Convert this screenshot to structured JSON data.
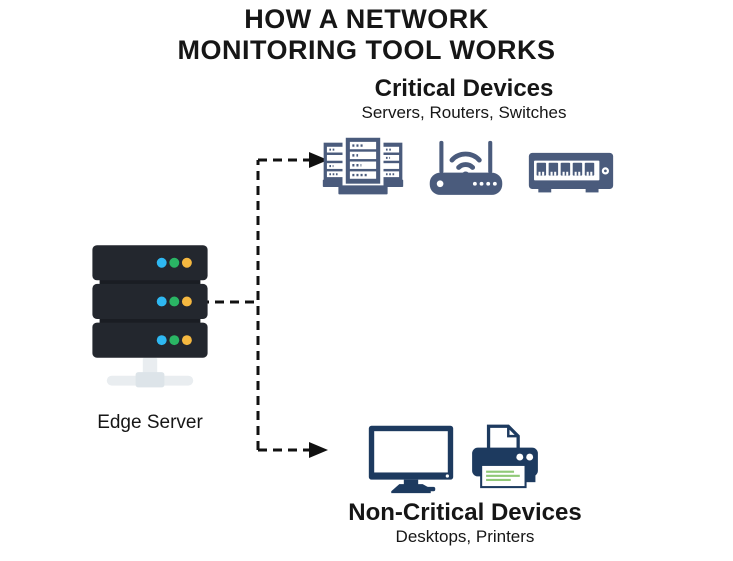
{
  "title": {
    "line1": "HOW A NETWORK",
    "line2": "MONITORING TOOL WORKS"
  },
  "critical": {
    "heading": "Critical Devices",
    "subheading": "Servers, Routers, Switches",
    "icons": [
      "server-rack-icon",
      "wireless-router-icon",
      "network-switch-icon"
    ]
  },
  "noncritical": {
    "heading": "Non-Critical Devices",
    "subheading": "Desktops, Printers",
    "icons": [
      "desktop-monitor-icon",
      "printer-icon"
    ]
  },
  "edge_server": {
    "label": "Edge Server",
    "icon": "server-stack-icon"
  },
  "colors": {
    "background": "#ffffff",
    "text": "#161616",
    "arrow": "#111111",
    "critical_icon": "#4a5b7c",
    "noncritical_icon": "#1d3a5f",
    "edge_body": "#23272e",
    "edge_body_gap": "#1a1d23",
    "edge_stand": "#e9edf0",
    "edge_stand_block": "#dde4e9",
    "led_blue": "#2eb8f2",
    "led_green": "#2ab564",
    "led_yellow": "#f5b840",
    "printer_lines": "#90c978"
  }
}
